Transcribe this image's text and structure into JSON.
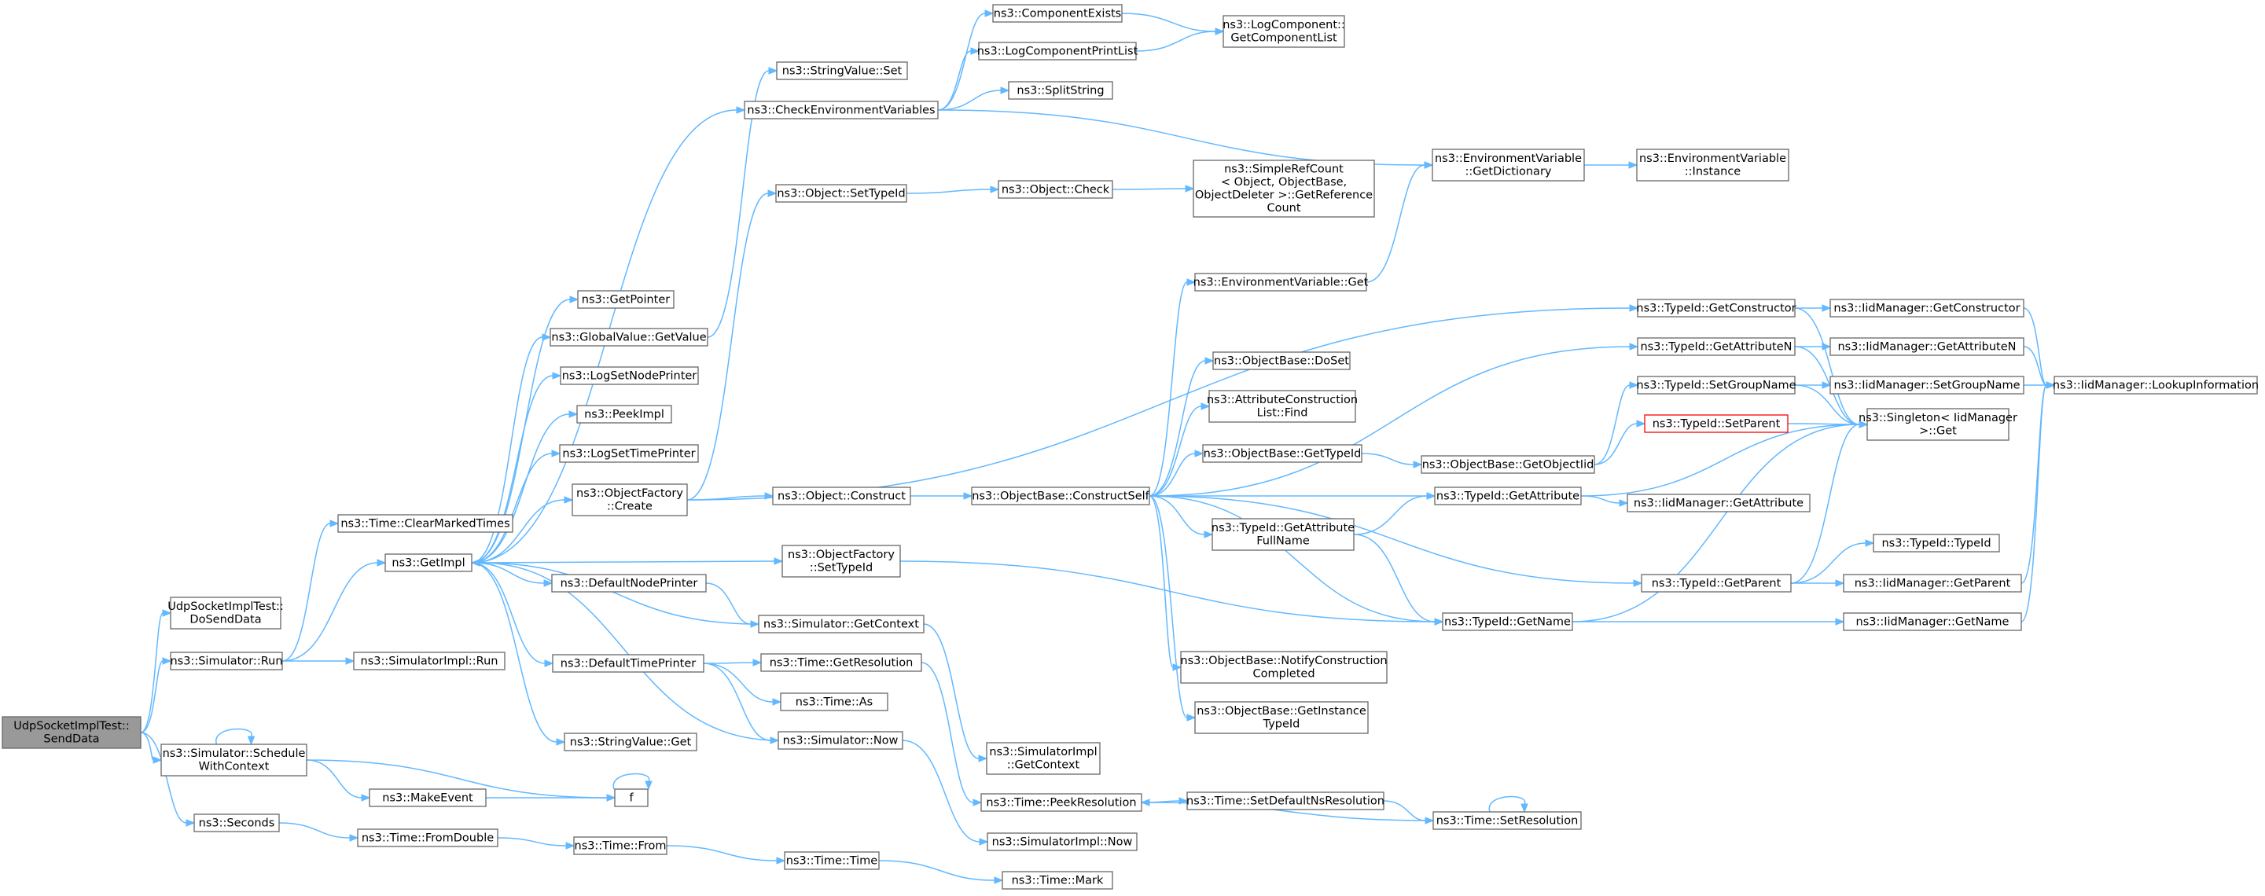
{
  "colors": {
    "edge": "#63b8ff",
    "node_border": "#666666",
    "root_fill": "#999999",
    "error_border": "#ff0000"
  },
  "nodes": [
    {
      "id": "send",
      "lines": [
        "UdpSocketImplTest::",
        "SendData"
      ],
      "root": true
    },
    {
      "id": "dosend",
      "lines": [
        "UdpSocketImplTest::",
        "DoSendData"
      ]
    },
    {
      "id": "simrun",
      "lines": [
        "ns3::Simulator::Run"
      ]
    },
    {
      "id": "sched",
      "lines": [
        "ns3::Simulator::Schedule",
        "WithContext"
      ]
    },
    {
      "id": "seconds",
      "lines": [
        "ns3::Seconds"
      ]
    },
    {
      "id": "clearmarked",
      "lines": [
        "ns3::Time::ClearMarkedTimes"
      ]
    },
    {
      "id": "getimpl",
      "lines": [
        "ns3::GetImpl"
      ]
    },
    {
      "id": "simimplrun",
      "lines": [
        "ns3::SimulatorImpl::Run"
      ]
    },
    {
      "id": "makeevent",
      "lines": [
        "ns3::MakeEvent"
      ]
    },
    {
      "id": "f",
      "lines": [
        "f"
      ]
    },
    {
      "id": "fromdouble",
      "lines": [
        "ns3::Time::FromDouble"
      ]
    },
    {
      "id": "from",
      "lines": [
        "ns3::Time::From"
      ]
    },
    {
      "id": "timetime",
      "lines": [
        "ns3::Time::Time"
      ]
    },
    {
      "id": "mark",
      "lines": [
        "ns3::Time::Mark"
      ]
    },
    {
      "id": "getpointer",
      "lines": [
        "ns3::GetPointer"
      ]
    },
    {
      "id": "gvgetvalue",
      "lines": [
        "ns3::GlobalValue::GetValue"
      ]
    },
    {
      "id": "logsetnode",
      "lines": [
        "ns3::LogSetNodePrinter"
      ]
    },
    {
      "id": "peekimpl",
      "lines": [
        "ns3::PeekImpl"
      ]
    },
    {
      "id": "logsettime",
      "lines": [
        "ns3::LogSetTimePrinter"
      ]
    },
    {
      "id": "ofcreate",
      "lines": [
        "ns3::ObjectFactory",
        "::Create"
      ]
    },
    {
      "id": "defnode",
      "lines": [
        "ns3::DefaultNodePrinter"
      ]
    },
    {
      "id": "deftime",
      "lines": [
        "ns3::DefaultTimePrinter"
      ]
    },
    {
      "id": "svget",
      "lines": [
        "ns3::StringValue::Get"
      ]
    },
    {
      "id": "svset",
      "lines": [
        "ns3::StringValue::Set"
      ]
    },
    {
      "id": "checkenv",
      "lines": [
        "ns3::CheckEnvironmentVariables"
      ]
    },
    {
      "id": "objsettid",
      "lines": [
        "ns3::Object::SetTypeId"
      ]
    },
    {
      "id": "objconstruct",
      "lines": [
        "ns3::Object::Construct"
      ]
    },
    {
      "id": "ofsettid",
      "lines": [
        "ns3::ObjectFactory",
        "::SetTypeId"
      ]
    },
    {
      "id": "simgetctx",
      "lines": [
        "ns3::Simulator::GetContext"
      ]
    },
    {
      "id": "getres",
      "lines": [
        "ns3::Time::GetResolution"
      ]
    },
    {
      "id": "timeas",
      "lines": [
        "ns3::Time::As"
      ]
    },
    {
      "id": "simnow",
      "lines": [
        "ns3::Simulator::Now"
      ]
    },
    {
      "id": "compexists",
      "lines": [
        "ns3::ComponentExists"
      ]
    },
    {
      "id": "logcompprint",
      "lines": [
        "ns3::LogComponentPrintList"
      ]
    },
    {
      "id": "splitstring",
      "lines": [
        "ns3::SplitString"
      ]
    },
    {
      "id": "objcheck",
      "lines": [
        "ns3::Object::Check"
      ]
    },
    {
      "id": "obconstructself",
      "lines": [
        "ns3::ObjectBase::ConstructSelf"
      ]
    },
    {
      "id": "simimplgetctx",
      "lines": [
        "ns3::SimulatorImpl",
        "::GetContext"
      ]
    },
    {
      "id": "peekres",
      "lines": [
        "ns3::Time::PeekResolution"
      ]
    },
    {
      "id": "simimplnow",
      "lines": [
        "ns3::SimulatorImpl::Now"
      ]
    },
    {
      "id": "logcompget",
      "lines": [
        "ns3::LogComponent::",
        "GetComponentList"
      ]
    },
    {
      "id": "simplerefcount",
      "lines": [
        "ns3::SimpleRefCount",
        "< Object, ObjectBase,",
        "ObjectDeleter >::GetReference",
        "Count"
      ]
    },
    {
      "id": "envget",
      "lines": [
        "ns3::EnvironmentVariable::Get"
      ]
    },
    {
      "id": "obdoset",
      "lines": [
        "ns3::ObjectBase::DoSet"
      ]
    },
    {
      "id": "attrfind",
      "lines": [
        "ns3::AttributeConstruction",
        "List::Find"
      ]
    },
    {
      "id": "obgettid",
      "lines": [
        "ns3::ObjectBase::GetTypeId"
      ]
    },
    {
      "id": "tidgetattrfull",
      "lines": [
        "ns3::TypeId::GetAttribute",
        "FullName"
      ]
    },
    {
      "id": "obnotify",
      "lines": [
        "ns3::ObjectBase::NotifyConstruction",
        "Completed"
      ]
    },
    {
      "id": "obgetinst",
      "lines": [
        "ns3::ObjectBase::GetInstance",
        "TypeId"
      ]
    },
    {
      "id": "setdefns",
      "lines": [
        "ns3::Time::SetDefaultNsResolution"
      ]
    },
    {
      "id": "envdict",
      "lines": [
        "ns3::EnvironmentVariable",
        "::GetDictionary"
      ]
    },
    {
      "id": "obgetoid",
      "lines": [
        "ns3::ObjectBase::GetObjectIid"
      ]
    },
    {
      "id": "tidgetattr",
      "lines": [
        "ns3::TypeId::GetAttribute"
      ]
    },
    {
      "id": "tidgetname",
      "lines": [
        "ns3::TypeId::GetName"
      ]
    },
    {
      "id": "setres",
      "lines": [
        "ns3::Time::SetResolution"
      ]
    },
    {
      "id": "envinst",
      "lines": [
        "ns3::EnvironmentVariable",
        "::Instance"
      ]
    },
    {
      "id": "tidgetctor",
      "lines": [
        "ns3::TypeId::GetConstructor"
      ]
    },
    {
      "id": "tidgetattrn",
      "lines": [
        "ns3::TypeId::GetAttributeN"
      ]
    },
    {
      "id": "tidsetgroup",
      "lines": [
        "ns3::TypeId::SetGroupName"
      ]
    },
    {
      "id": "tidsetparent",
      "lines": [
        "ns3::TypeId::SetParent"
      ],
      "error": true
    },
    {
      "id": "tidgetparent",
      "lines": [
        "ns3::TypeId::GetParent"
      ]
    },
    {
      "id": "iidgetctor",
      "lines": [
        "ns3::IidManager::GetConstructor"
      ]
    },
    {
      "id": "iidgetattrn",
      "lines": [
        "ns3::IidManager::GetAttributeN"
      ]
    },
    {
      "id": "iidsetgroup",
      "lines": [
        "ns3::IidManager::SetGroupName"
      ]
    },
    {
      "id": "singleton",
      "lines": [
        "ns3::Singleton< IidManager",
        " >::Get"
      ]
    },
    {
      "id": "iidgetattr",
      "lines": [
        "ns3::IidManager::GetAttribute"
      ]
    },
    {
      "id": "tidtid",
      "lines": [
        "ns3::TypeId::TypeId"
      ]
    },
    {
      "id": "iidgetparent",
      "lines": [
        "ns3::IidManager::GetParent"
      ]
    },
    {
      "id": "iidgetname",
      "lines": [
        "ns3::IidManager::GetName"
      ]
    },
    {
      "id": "iidlookup",
      "lines": [
        "ns3::IidManager::LookupInformation"
      ]
    }
  ],
  "edges": [
    [
      "send",
      "dosend"
    ],
    [
      "send",
      "simrun"
    ],
    [
      "send",
      "sched"
    ],
    [
      "send",
      "seconds"
    ],
    [
      "simrun",
      "clearmarked"
    ],
    [
      "simrun",
      "getimpl"
    ],
    [
      "simrun",
      "simimplrun"
    ],
    [
      "sched",
      "sched"
    ],
    [
      "sched",
      "makeevent"
    ],
    [
      "sched",
      "f"
    ],
    [
      "makeevent",
      "f"
    ],
    [
      "f",
      "f"
    ],
    [
      "seconds",
      "fromdouble"
    ],
    [
      "fromdouble",
      "from"
    ],
    [
      "from",
      "timetime"
    ],
    [
      "timetime",
      "mark"
    ],
    [
      "getimpl",
      "getpointer"
    ],
    [
      "getimpl",
      "gvgetvalue"
    ],
    [
      "getimpl",
      "logsetnode"
    ],
    [
      "getimpl",
      "peekimpl"
    ],
    [
      "getimpl",
      "logsettime"
    ],
    [
      "getimpl",
      "ofcreate"
    ],
    [
      "getimpl",
      "defnode"
    ],
    [
      "getimpl",
      "deftime"
    ],
    [
      "getimpl",
      "svget"
    ],
    [
      "getimpl",
      "checkenv"
    ],
    [
      "getimpl",
      "ofsettid"
    ],
    [
      "gvgetvalue",
      "svset"
    ],
    [
      "ofcreate",
      "objsettid"
    ],
    [
      "ofcreate",
      "objconstruct"
    ],
    [
      "ofcreate",
      "tidgetctor"
    ],
    [
      "defnode",
      "simgetctx"
    ],
    [
      "deftime",
      "getres"
    ],
    [
      "deftime",
      "timeas"
    ],
    [
      "deftime",
      "simnow"
    ],
    [
      "simgetctx",
      "getimpl"
    ],
    [
      "simnow",
      "getimpl"
    ],
    [
      "checkenv",
      "compexists"
    ],
    [
      "checkenv",
      "logcompprint"
    ],
    [
      "checkenv",
      "splitstring"
    ],
    [
      "checkenv",
      "envdict"
    ],
    [
      "compexists",
      "logcompget"
    ],
    [
      "logcompprint",
      "logcompget"
    ],
    [
      "objsettid",
      "objcheck"
    ],
    [
      "objcheck",
      "simplerefcount"
    ],
    [
      "objconstruct",
      "obconstructself"
    ],
    [
      "ofsettid",
      "tidgetname"
    ],
    [
      "simgetctx",
      "simimplgetctx"
    ],
    [
      "getres",
      "peekres"
    ],
    [
      "simnow",
      "simimplnow"
    ],
    [
      "obconstructself",
      "envget"
    ],
    [
      "obconstructself",
      "obdoset"
    ],
    [
      "obconstructself",
      "attrfind"
    ],
    [
      "obconstructself",
      "obgettid"
    ],
    [
      "obconstructself",
      "tidgetattrfull"
    ],
    [
      "obconstructself",
      "obnotify"
    ],
    [
      "obconstructself",
      "obgetinst"
    ],
    [
      "obconstructself",
      "tidgetattr"
    ],
    [
      "obconstructself",
      "tidgetname"
    ],
    [
      "obconstructself",
      "tidgetattrn"
    ],
    [
      "obconstructself",
      "tidgetparent"
    ],
    [
      "envget",
      "envdict"
    ],
    [
      "envdict",
      "envinst"
    ],
    [
      "obgettid",
      "obgetoid"
    ],
    [
      "obgetoid",
      "tidsetgroup"
    ],
    [
      "obgetoid",
      "tidsetparent"
    ],
    [
      "tidgetattrfull",
      "tidgetattr"
    ],
    [
      "tidgetattrfull",
      "tidgetname"
    ],
    [
      "peekres",
      "setdefns"
    ],
    [
      "setdefns",
      "setres"
    ],
    [
      "setres",
      "setres"
    ],
    [
      "setres",
      "peekres"
    ],
    [
      "tidgetattr",
      "iidgetattr"
    ],
    [
      "tidgetattr",
      "singleton"
    ],
    [
      "tidgetname",
      "iidgetname"
    ],
    [
      "tidgetname",
      "singleton"
    ],
    [
      "tidgetctor",
      "iidgetctor"
    ],
    [
      "tidgetctor",
      "singleton"
    ],
    [
      "tidgetattrn",
      "iidgetattrn"
    ],
    [
      "tidgetattrn",
      "singleton"
    ],
    [
      "tidsetgroup",
      "iidsetgroup"
    ],
    [
      "tidsetgroup",
      "singleton"
    ],
    [
      "tidsetparent",
      "singleton"
    ],
    [
      "tidgetparent",
      "tidtid"
    ],
    [
      "tidgetparent",
      "iidgetparent"
    ],
    [
      "tidgetparent",
      "singleton"
    ],
    [
      "iidgetctor",
      "iidlookup"
    ],
    [
      "iidgetattrn",
      "iidlookup"
    ],
    [
      "iidsetgroup",
      "iidlookup"
    ],
    [
      "iidgetparent",
      "iidlookup"
    ],
    [
      "iidgetname",
      "iidlookup"
    ]
  ]
}
